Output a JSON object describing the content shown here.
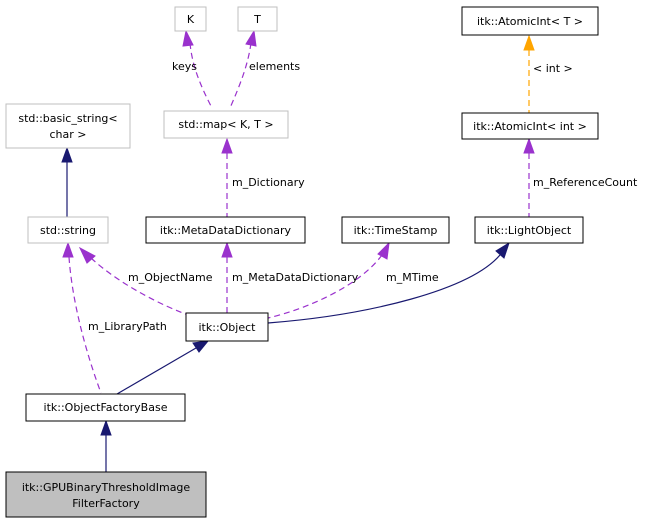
{
  "nodes": {
    "K": "K",
    "T": "T",
    "atomicint_t": "itk::AtomicInt< T >",
    "basic_string_line1": "std::basic_string<",
    "basic_string_line2": "char >",
    "map": "std::map< K, T >",
    "atomicint_int": "itk::AtomicInt< int >",
    "string": "std::string",
    "metadatadictionary": "itk::MetaDataDictionary",
    "timestamp": "itk::TimeStamp",
    "lightobject": "itk::LightObject",
    "object": "itk::Object",
    "objectfactorybase": "itk::ObjectFactoryBase",
    "gpu_line1": "itk::GPUBinaryThresholdImage",
    "gpu_line2": "FilterFactory"
  },
  "edge_labels": {
    "keys": "keys",
    "elements": "elements",
    "int": "< int >",
    "m_dictionary": "m_Dictionary",
    "m_referencecount": "m_ReferenceCount",
    "m_objectname": "m_ObjectName",
    "m_metadatadictionary": "m_MetaDataDictionary",
    "m_mtime": "m_MTime",
    "m_librarypath": "m_LibraryPath"
  }
}
